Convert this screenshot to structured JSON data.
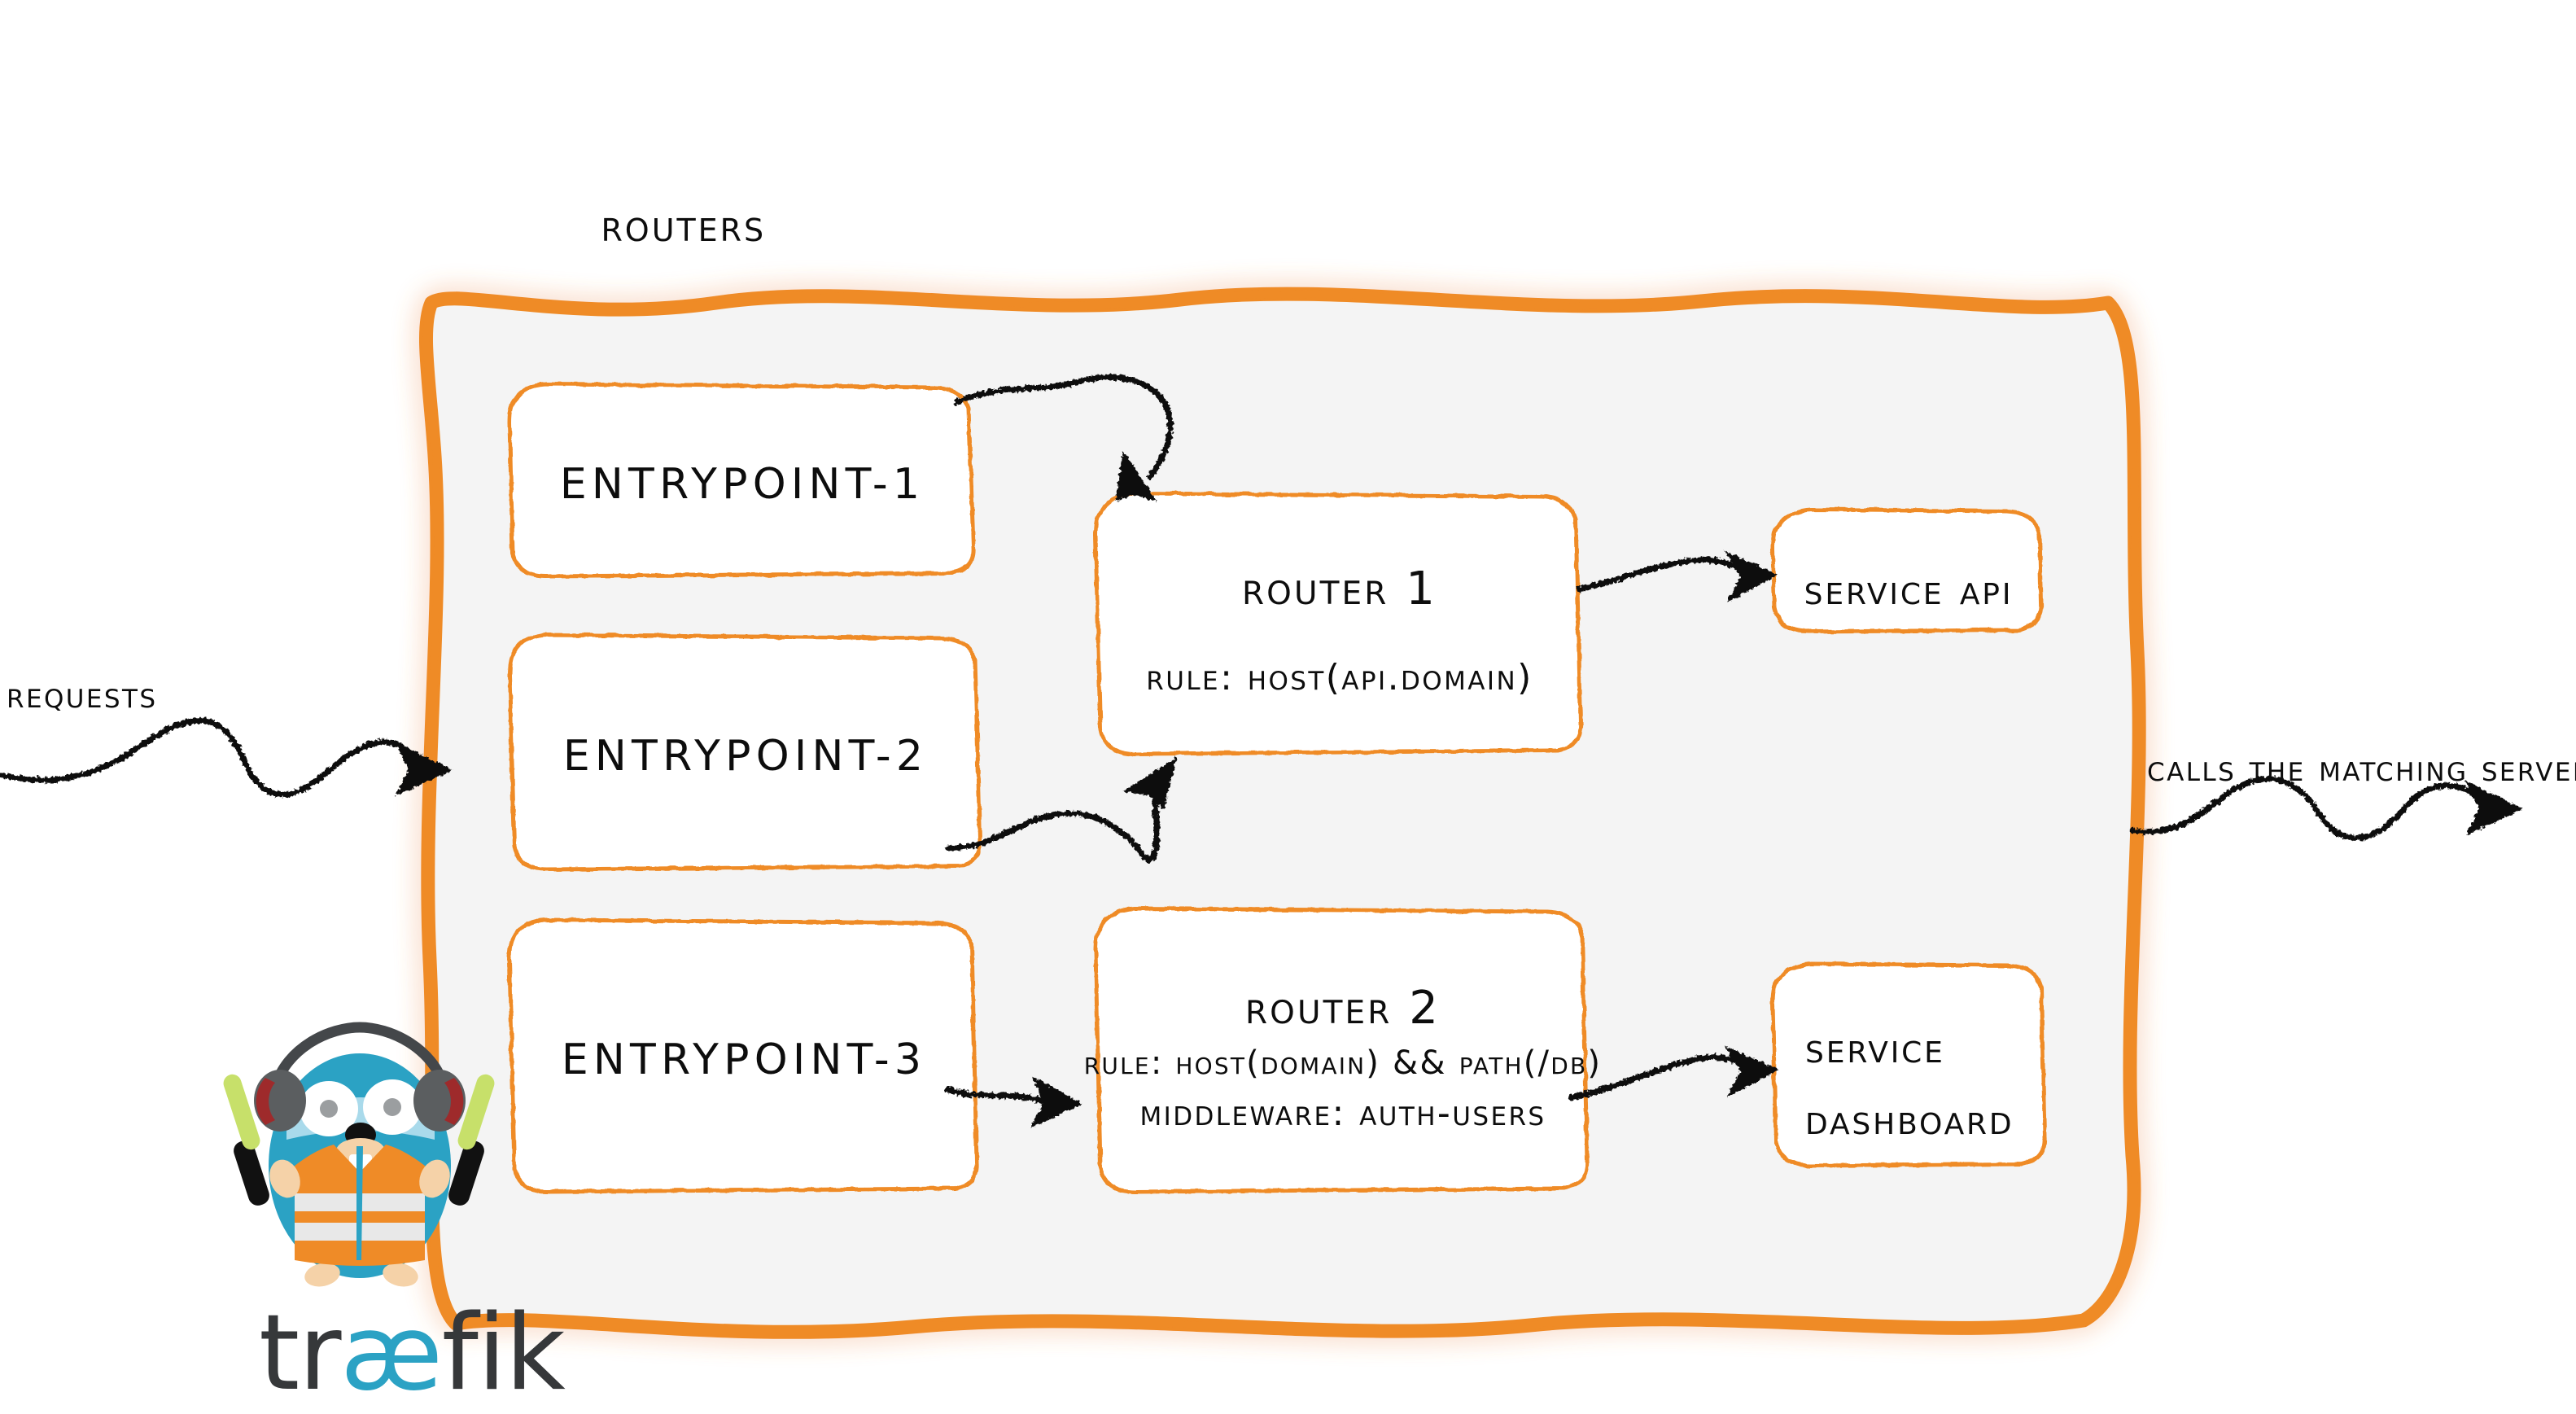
{
  "diagram": {
    "title": "Routers",
    "product": "traefik",
    "accent_color": "#ef8b27",
    "panel_fill": "#f4f4f4",
    "box_fill": "#ffffff",
    "ink_color": "#0d0d0d"
  },
  "entrypoints": [
    {
      "label": "entrypoint-1"
    },
    {
      "label": "entrypoint-2"
    },
    {
      "label": "entrypoint-3"
    }
  ],
  "routers": [
    {
      "title": "Router 1",
      "lines": [
        "rule: Host(api.domain)"
      ]
    },
    {
      "title": "Router 2",
      "lines": [
        "rule: Host(domain) && Path(/db)",
        "Middleware: auth-users"
      ]
    }
  ],
  "services": [
    {
      "lines": [
        "Service API"
      ]
    },
    {
      "lines": [
        "Service",
        "Dashboard"
      ]
    }
  ],
  "edge_labels": {
    "incoming": "Requests",
    "outgoing": "Calls the matching server"
  },
  "logo": {
    "word_left": "tr",
    "word_ae": "æ",
    "word_right": "fik",
    "mascot": "traefik-gopher-mascot",
    "body_color": "#2ba2c4",
    "vest_color": "#ef8b27",
    "stripe_color": "#e8e8e8",
    "headphone_color": "#5b5e60",
    "headphone_accent": "#9e2a2b",
    "baton_color": "#c7e06a"
  }
}
